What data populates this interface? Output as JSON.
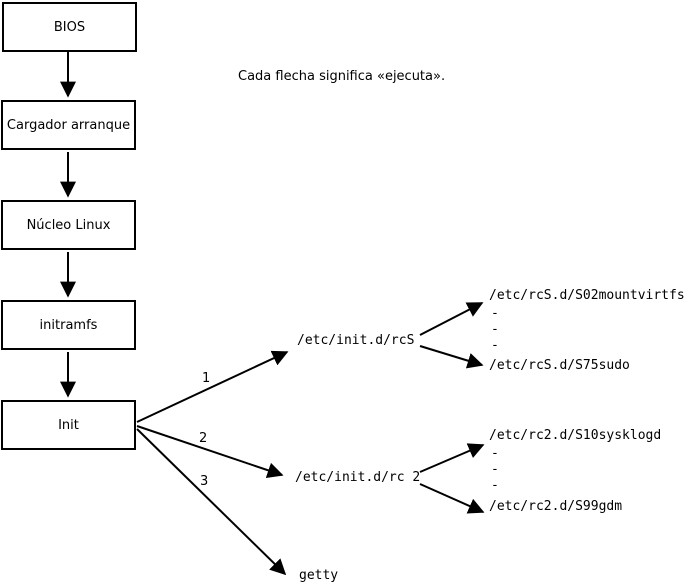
{
  "note": "Cada flecha significa «ejecuta».",
  "boxes": [
    {
      "label": "BIOS"
    },
    {
      "label": "Cargador arranque"
    },
    {
      "label": "Núcleo Linux"
    },
    {
      "label": "initramfs"
    },
    {
      "label": "Init"
    }
  ],
  "arrow_labels": [
    "1",
    "2",
    "3"
  ],
  "nodes": {
    "rcS": "/etc/init.d/rcS",
    "rcS_first": "/etc/rcS.d/S02mountvirtfs",
    "rcS_last": "/etc/rcS.d/S75sudo",
    "rc2": "/etc/init.d/rc 2",
    "rc2_first": "/etc/rc2.d/S10sysklogd",
    "rc2_last": "/etc/rc2.d/S99gdm",
    "getty": "getty"
  },
  "ellipsis": [
    "-",
    "-",
    "-"
  ],
  "colors": {
    "stroke": "#000000",
    "background": "#ffffff"
  }
}
